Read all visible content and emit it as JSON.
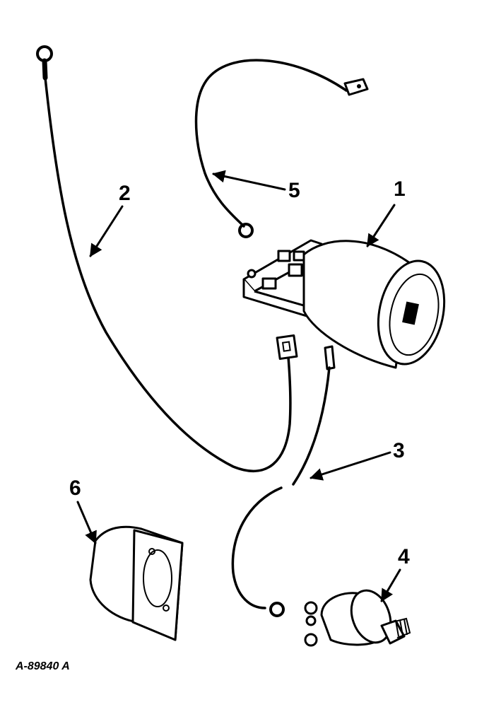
{
  "parts": [
    {
      "number": "1",
      "icon": "gauge-icon"
    },
    {
      "number": "2",
      "icon": "ground-wire-icon"
    },
    {
      "number": "3",
      "icon": "sender-wire-icon"
    },
    {
      "number": "4",
      "icon": "pressure-switch-icon"
    },
    {
      "number": "5",
      "icon": "jumper-wire-icon"
    },
    {
      "number": "6",
      "icon": "adapter-housing-icon"
    }
  ],
  "figure_id": "A-89840 A",
  "line_color": "#000000",
  "background_color": "#ffffff"
}
